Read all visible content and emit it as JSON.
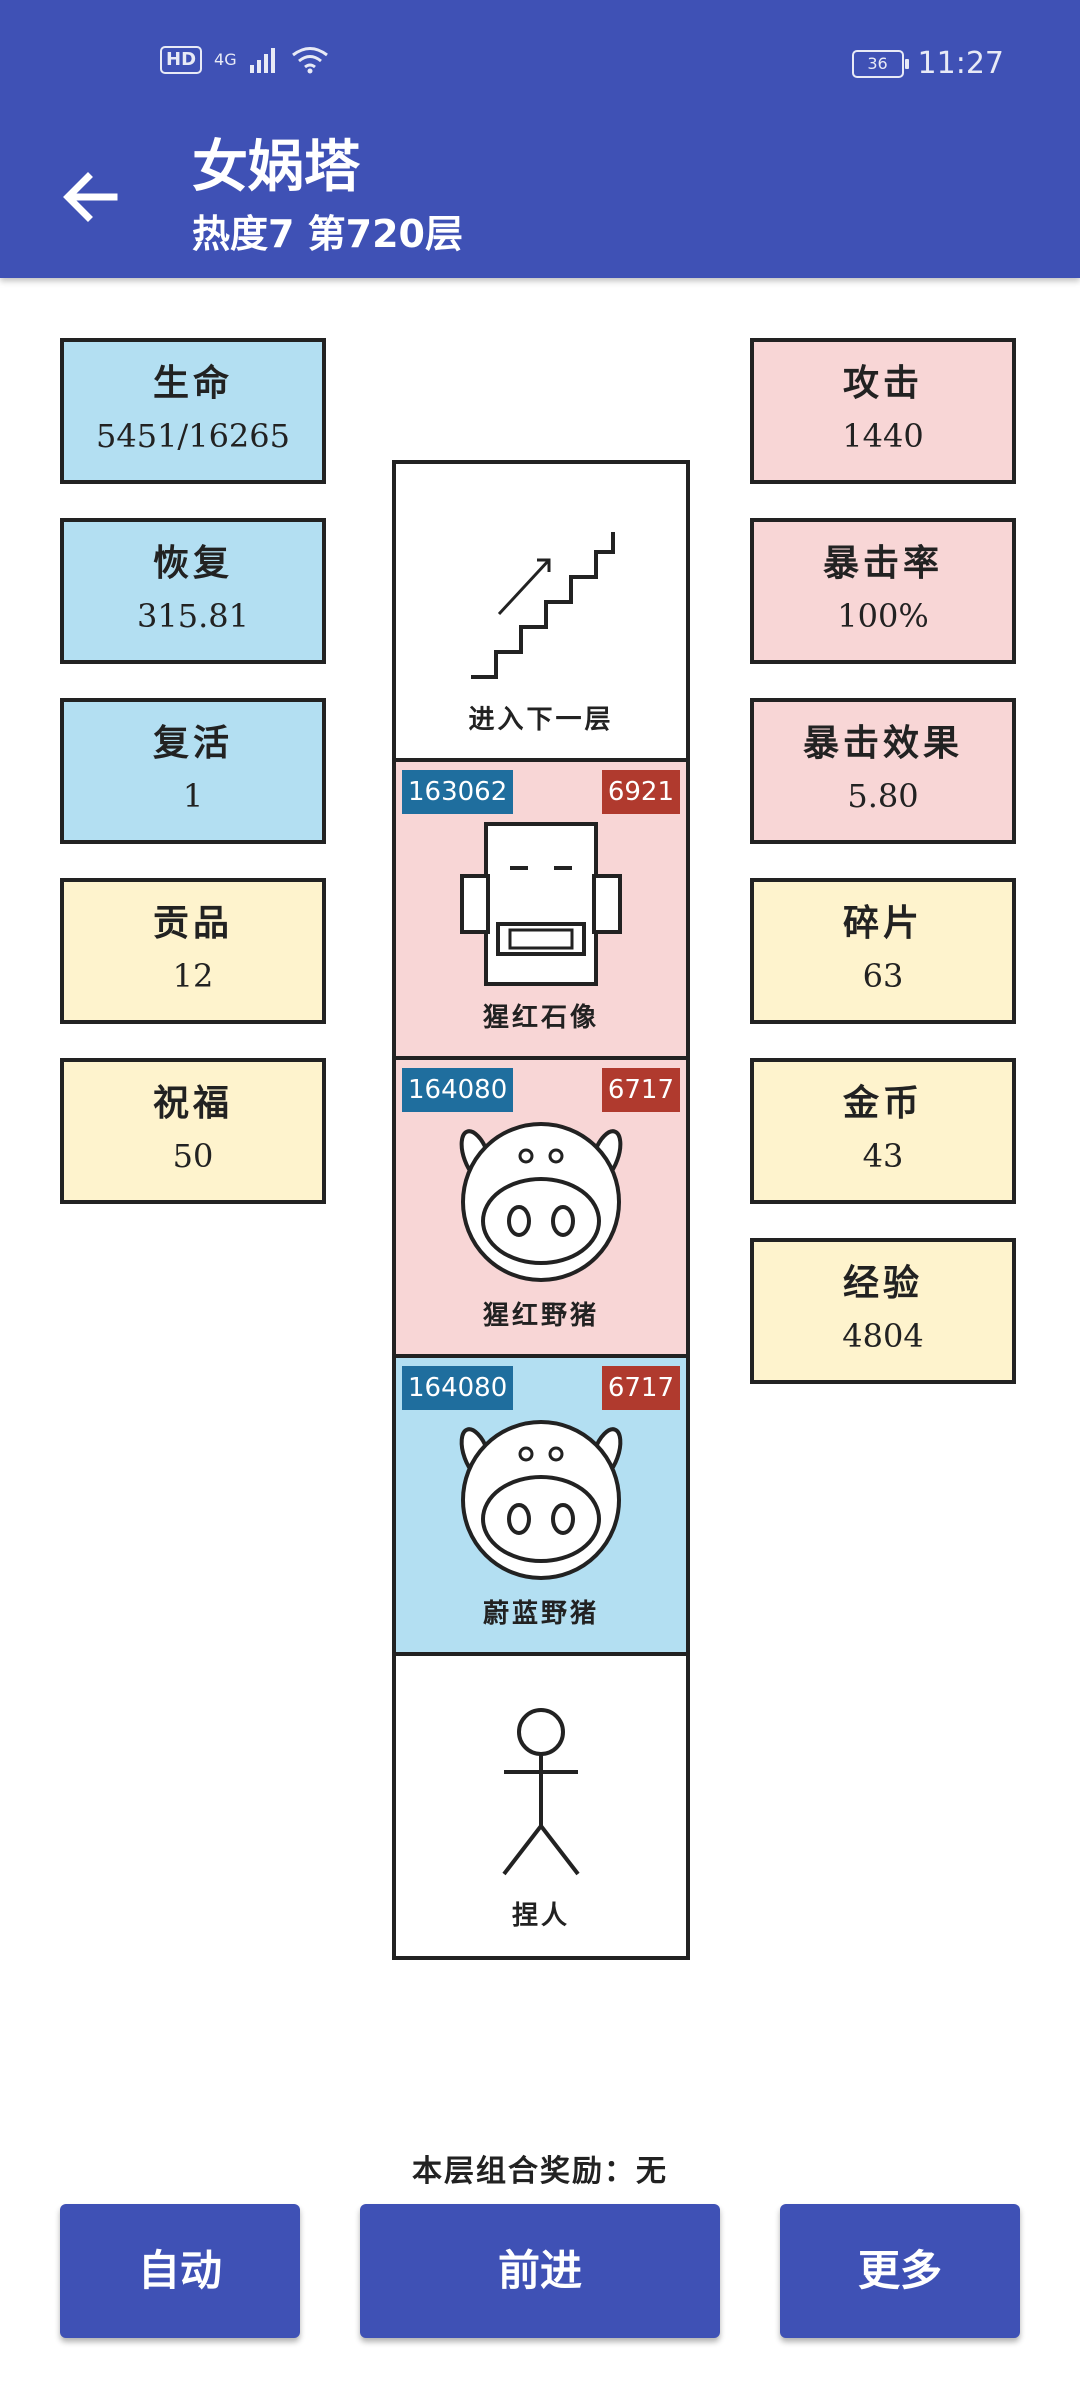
{
  "status_bar": {
    "hd": "HD",
    "network": "4G",
    "battery": "36",
    "time": "11:27"
  },
  "header": {
    "title": "女娲塔",
    "subtitle": "热度7 第720层",
    "back_icon": "arrow-left-icon"
  },
  "left_stats": [
    {
      "label": "生命",
      "value": "5451/16265",
      "color": "#b3dff2"
    },
    {
      "label": "恢复",
      "value": "315.81",
      "color": "#b3dff2"
    },
    {
      "label": "复活",
      "value": "1",
      "color": "#b3dff2"
    },
    {
      "label": "贡品",
      "value": "12",
      "color": "#fef3cd"
    },
    {
      "label": "祝福",
      "value": "50",
      "color": "#fef3cd"
    }
  ],
  "right_stats": [
    {
      "label": "攻击",
      "value": "1440",
      "color": "#f8d6d6"
    },
    {
      "label": "暴击率",
      "value": "100%",
      "color": "#f8d6d6"
    },
    {
      "label": "暴击效果",
      "value": "5.80",
      "color": "#f8d6d6"
    },
    {
      "label": "碎片",
      "value": "63",
      "color": "#fef3cd"
    },
    {
      "label": "金币",
      "value": "43",
      "color": "#fef3cd"
    },
    {
      "label": "经验",
      "value": "4804",
      "color": "#fef3cd"
    }
  ],
  "tower": {
    "cells": [
      {
        "name": "进入下一层",
        "icon": "stairs-icon",
        "bg": "#ffffff"
      },
      {
        "name": "猩红石像",
        "hp": "163062",
        "atk": "6921",
        "icon": "stone-golem-icon",
        "bg": "#f8d6d6"
      },
      {
        "name": "猩红野猪",
        "hp": "164080",
        "atk": "6717",
        "icon": "boar-icon",
        "bg": "#f8d6d6"
      },
      {
        "name": "蔚蓝野猪",
        "hp": "164080",
        "atk": "6717",
        "icon": "boar-icon",
        "bg": "#b3dff2"
      },
      {
        "name": "捏人",
        "icon": "stick-figure-icon",
        "bg": "#ffffff"
      }
    ]
  },
  "reward_text": "本层组合奖励：无",
  "buttons": {
    "auto": "自动",
    "advance": "前进",
    "more": "更多"
  },
  "colors": {
    "primary": "#3f51b5",
    "hp_badge": "#1f6e9e",
    "atk_badge": "#b03a2e"
  }
}
